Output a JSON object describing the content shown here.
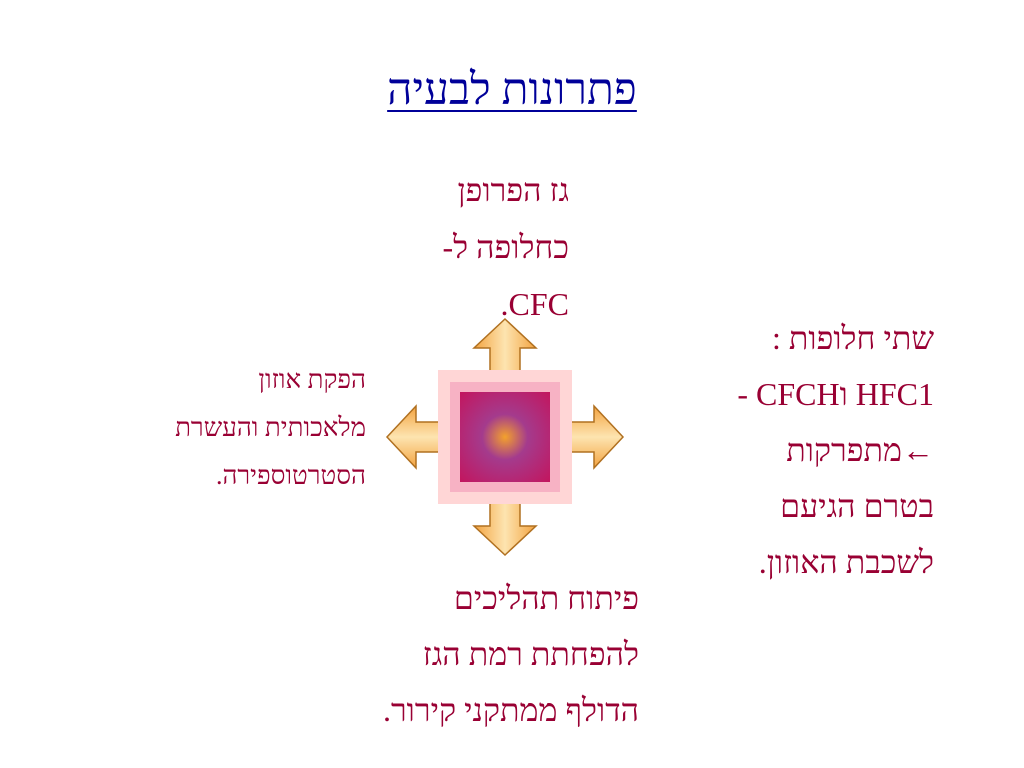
{
  "title": "פתרונות לבעיה",
  "blocks": {
    "top": {
      "lines": [
        "גז הפרופן",
        "כחלופה ל-",
        "CFC."
      ]
    },
    "left": {
      "lines": [
        "הפקת אוזון",
        "מלאכותית והעשרת",
        "הסטרטוספירה."
      ]
    },
    "right": {
      "lines": [
        "שתי חלופות :",
        "HFC1 וCFCH -",
        "←מתפרקות",
        "בטרם הגיעם",
        "לשכבת האוזון."
      ]
    },
    "bottom": {
      "lines": [
        "פיתוח תהליכים",
        "להפחתת רמת הגז",
        "הדולף ממתקני קירור."
      ]
    }
  },
  "diagram": {
    "shape": "four-way-arrow",
    "colors": {
      "arrow_light": "#fde4b0",
      "arrow_dark": "#f3a340",
      "arrow_outline": "#b07020",
      "frame_outer": "#ffd6d6",
      "frame_inner": "#f7b2c4",
      "core_outer": "#c4145c",
      "core_mid": "#a43b8d",
      "core_center": "#f3a12c"
    }
  }
}
